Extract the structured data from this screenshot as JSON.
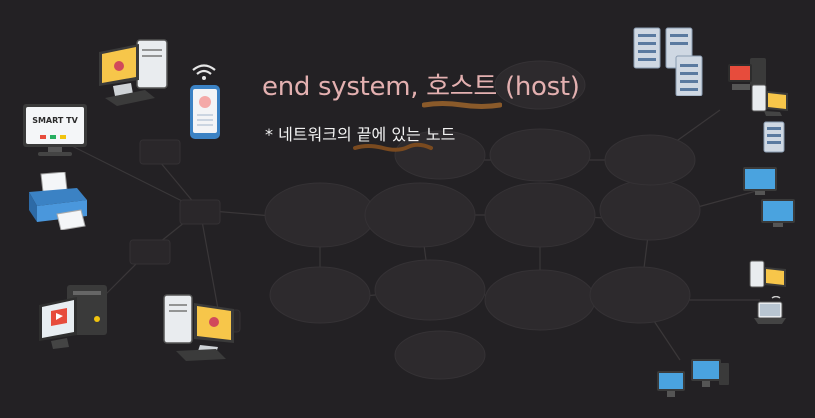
{
  "title": {
    "prefix": "end system, ",
    "highlight": "호스트",
    "suffix": " (host)"
  },
  "subtitle": {
    "prefix": "* 네트워크의 ",
    "highlight": "끝에",
    "suffix": " 있는 노드"
  },
  "devices": {
    "smart_tv_label": "SMART TV"
  },
  "colors": {
    "background": "#232124",
    "title": "#e3b0b0",
    "underline": "#8a5a2a",
    "subtitle": "#f2f2f2"
  }
}
